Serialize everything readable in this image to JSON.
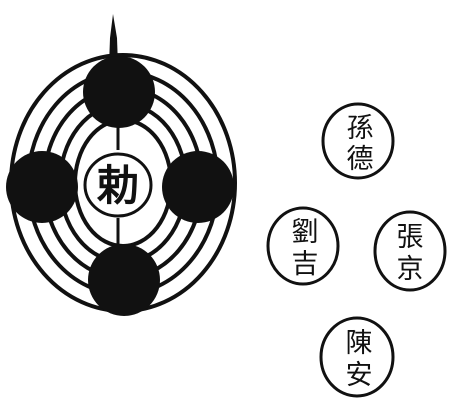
{
  "center_seal": {
    "text": "勅"
  },
  "name_circles": [
    {
      "id": "top",
      "line1": "孫",
      "line2": "德"
    },
    {
      "id": "left",
      "line1": "劉",
      "line2": "吉"
    },
    {
      "id": "right",
      "line1": "張",
      "line2": "京"
    },
    {
      "id": "bottom",
      "line1": "陳",
      "line2": "安"
    }
  ],
  "colors": {
    "ink": "#111111",
    "paper": "#ffffff"
  }
}
